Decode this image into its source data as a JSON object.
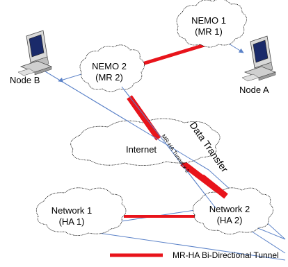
{
  "clouds": {
    "nemo1": {
      "line1": "NEMO 1",
      "line2": "(MR 1)"
    },
    "nemo2": {
      "line1": "NEMO 2",
      "line2": "(MR 2)"
    },
    "internet": {
      "label": "Internet"
    },
    "network1": {
      "line1": "Network 1",
      "line2": "(HA 1)"
    },
    "network2": {
      "line1": "Network 2",
      "line2": "(HA 2)"
    }
  },
  "nodes": {
    "node_a": {
      "label": "Node A",
      "icon": "computer-icon"
    },
    "node_b": {
      "label": "Node B",
      "icon": "computer-icon"
    }
  },
  "annotations": {
    "data_transfer": "Data Transfer",
    "tunnel_x2": "MR-HA Tunnel x 2"
  },
  "legend": {
    "tunnel_label": "MR-HA Bi-Directional Tunnel",
    "tunnel_color": "#e8141b"
  },
  "colors": {
    "tunnel": "#e8141b",
    "data_line": "#5b82c8"
  }
}
